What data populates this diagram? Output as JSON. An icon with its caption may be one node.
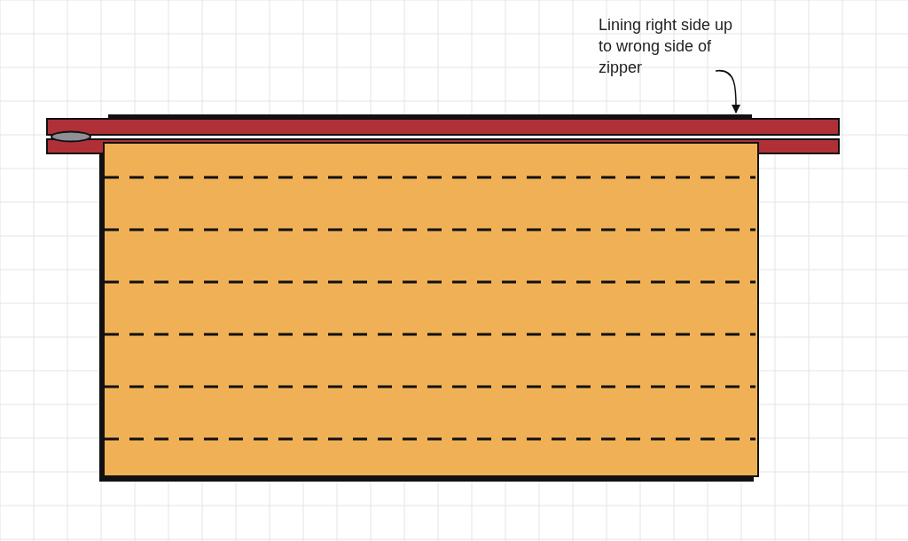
{
  "diagram": {
    "nodes": [
      {
        "text": [
          "Lining right side up to wrong side of zipper"
        ]
      },
      {
        "text": [],
        "shape": "box"
      }
    ],
    "edges": [
      {
        "from": 0,
        "to": 1,
        "arrow": "to"
      }
    ]
  }
}
